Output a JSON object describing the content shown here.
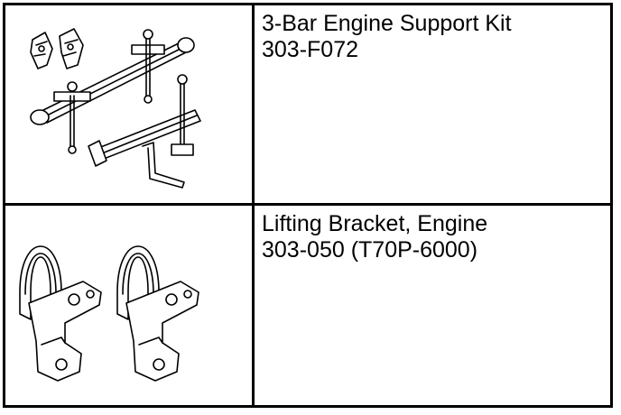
{
  "rows": [
    {
      "name": "3-Bar Engine Support Kit",
      "part_number": "303-F072",
      "illustration": "engine-support-kit-illustration"
    },
    {
      "name": "Lifting Bracket, Engine",
      "part_number": "303-050 (T70P-6000)",
      "illustration": "lifting-bracket-illustration"
    }
  ]
}
